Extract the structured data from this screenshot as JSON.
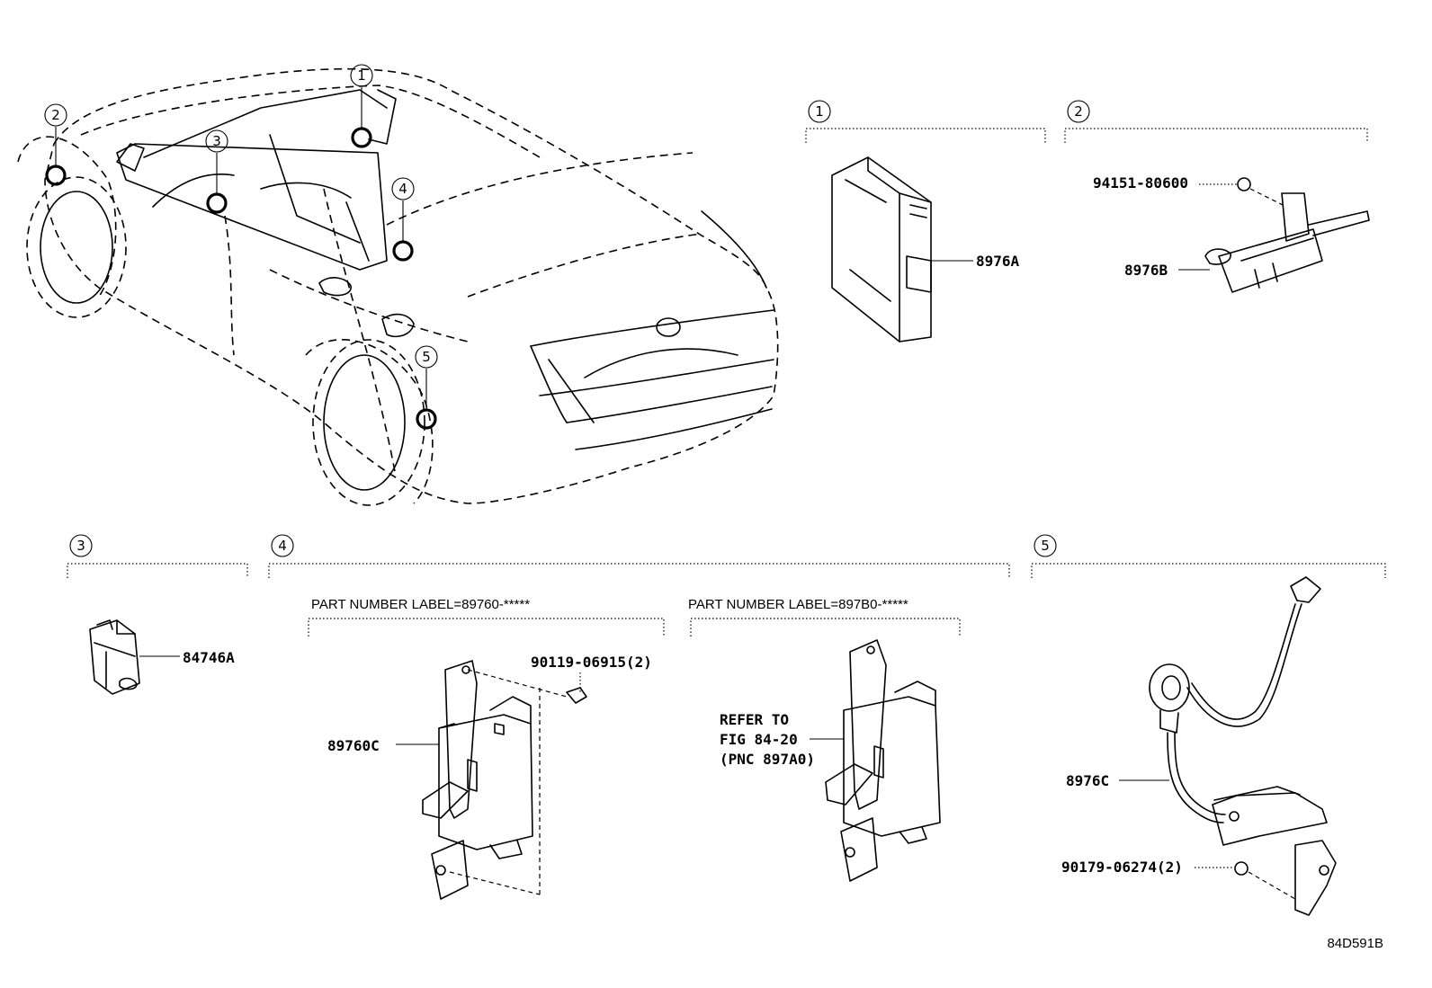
{
  "callouts": [
    "1",
    "2",
    "3",
    "4",
    "5"
  ],
  "parts": {
    "p8976A": "8976A",
    "p8976B": "8976B",
    "p94151": "94151-80600",
    "p84746A": "84746A",
    "p89760C": "89760C",
    "p90119": "90119-06915(2)",
    "p8976C": "8976C",
    "p90179": "90179-06274(2)"
  },
  "labels": {
    "pnl_1": "PART NUMBER LABEL=89760-*****",
    "pnl_2": "PART NUMBER LABEL=897B0-*****"
  },
  "refer": {
    "line1": "REFER TO",
    "line2": "FIG 84-20",
    "line3": "(PNC 897A0)"
  },
  "diagram_code": "84D591B"
}
